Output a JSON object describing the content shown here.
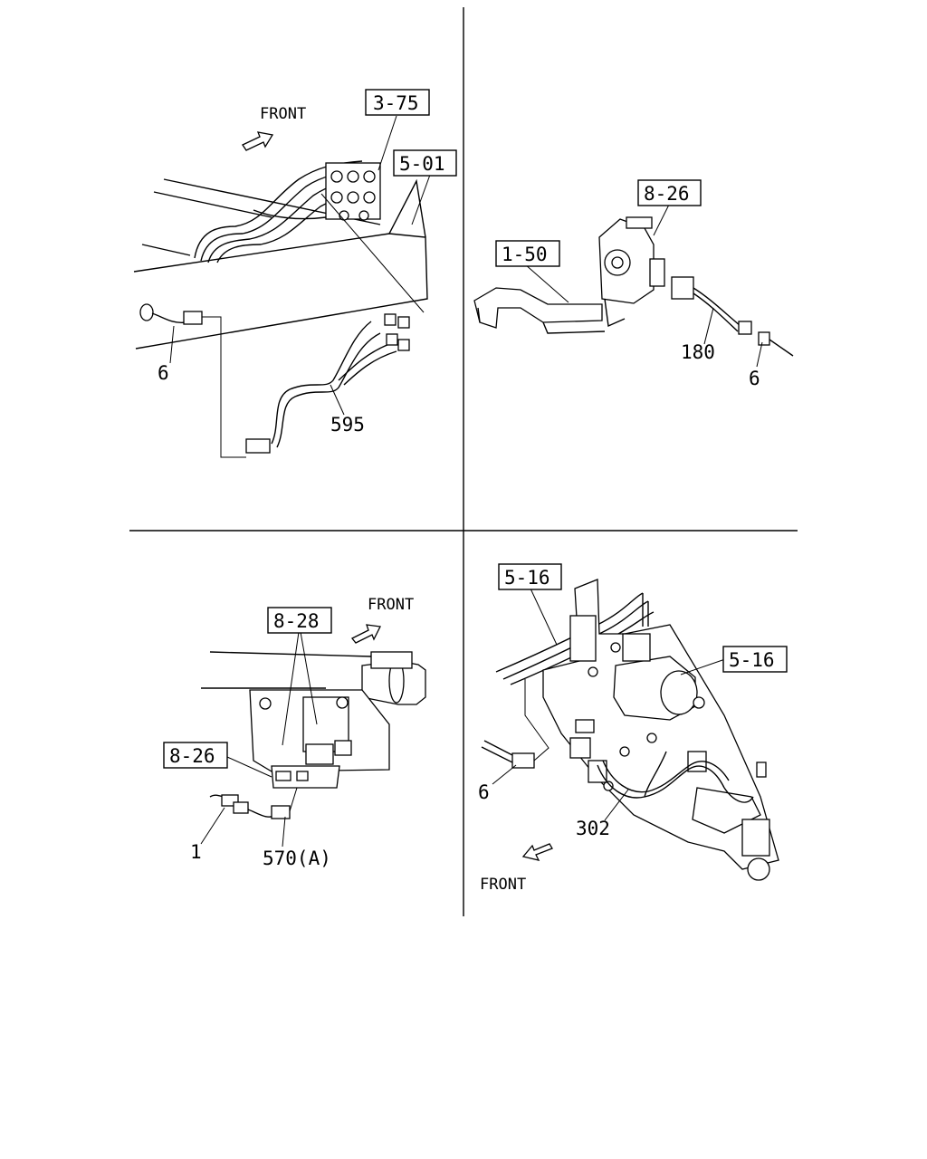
{
  "panels": {
    "top_left": {
      "front_label": "FRONT",
      "refs": [
        "3-75",
        "5-01"
      ],
      "parts": [
        "6",
        "595"
      ]
    },
    "top_right": {
      "refs": [
        "8-26",
        "1-50"
      ],
      "parts": [
        "180",
        "6"
      ]
    },
    "bottom_left": {
      "front_label": "FRONT",
      "refs": [
        "8-28",
        "8-26"
      ],
      "parts": [
        "1",
        "570(A)"
      ]
    },
    "bottom_right": {
      "front_label": "FRONT",
      "refs": [
        "5-16",
        "5-16"
      ],
      "parts": [
        "6",
        "302"
      ]
    }
  }
}
